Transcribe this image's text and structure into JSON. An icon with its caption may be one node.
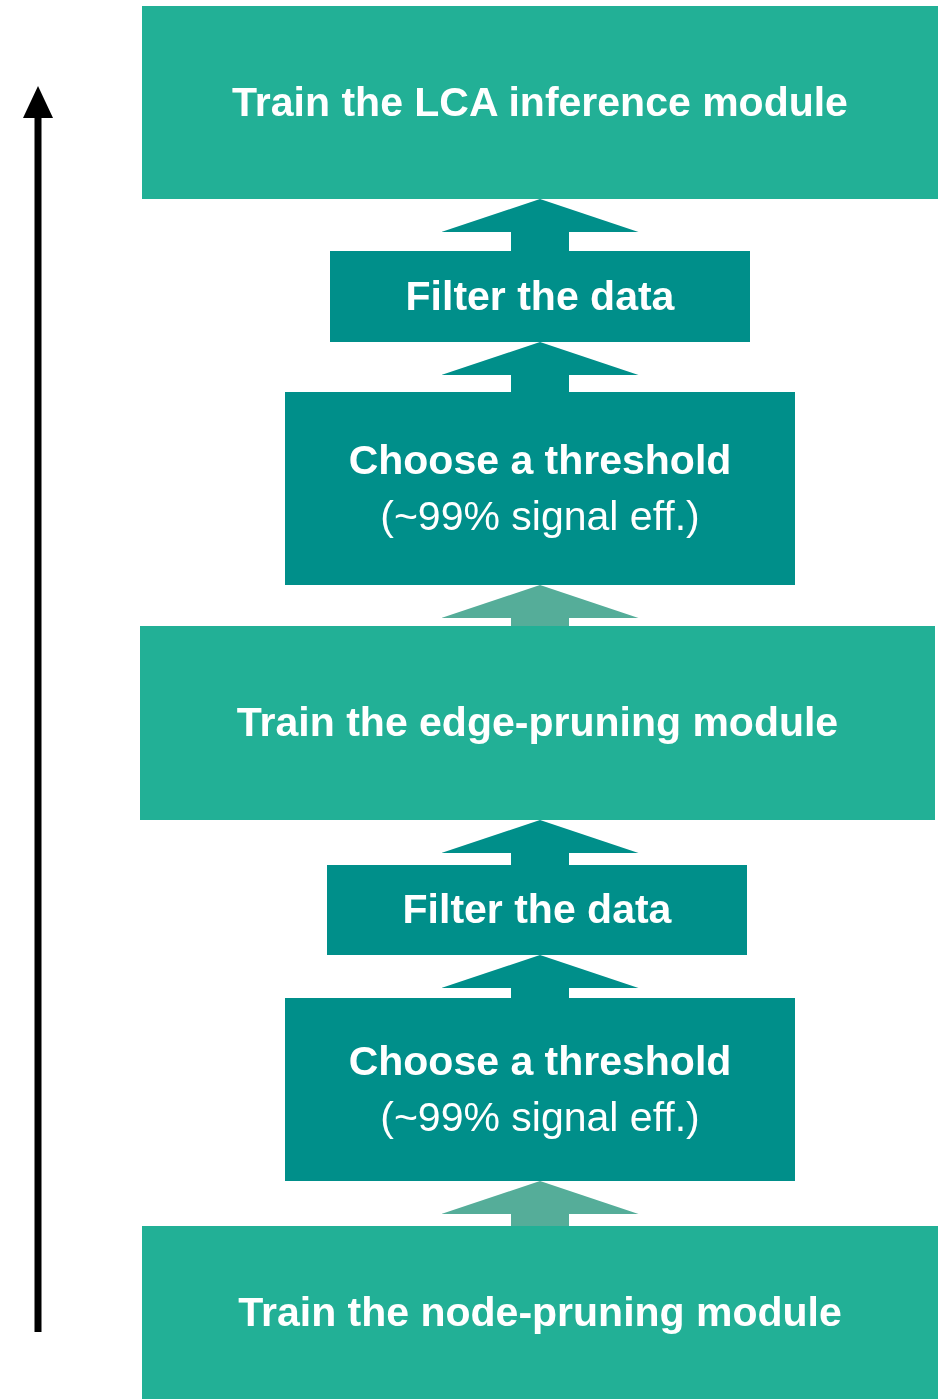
{
  "diagram": {
    "nodes": [
      {
        "text": [
          "Train the LCA inference module"
        ]
      },
      {
        "text": [
          "Filter the data"
        ]
      },
      {
        "text": [
          "Choose a threshold",
          "(~99% signal eff.)"
        ]
      },
      {
        "text": [
          "Train the edge-pruning module"
        ]
      },
      {
        "text": [
          "Filter the data"
        ]
      },
      {
        "text": [
          "Choose a threshold",
          "(~99% signal eff.)"
        ]
      },
      {
        "text": [
          "Train the node-pruning module"
        ]
      }
    ],
    "edges": [
      {
        "from": 6,
        "to": 5,
        "arrow": "to",
        "color": "#55ad99"
      },
      {
        "from": 5,
        "to": 4,
        "arrow": "to"
      },
      {
        "from": 4,
        "to": 3,
        "arrow": "to"
      },
      {
        "from": 3,
        "to": 2,
        "arrow": "to",
        "color": "#55ad99"
      },
      {
        "from": 2,
        "to": 1,
        "arrow": "to"
      },
      {
        "from": 1,
        "to": 0,
        "arrow": "to"
      }
    ]
  }
}
